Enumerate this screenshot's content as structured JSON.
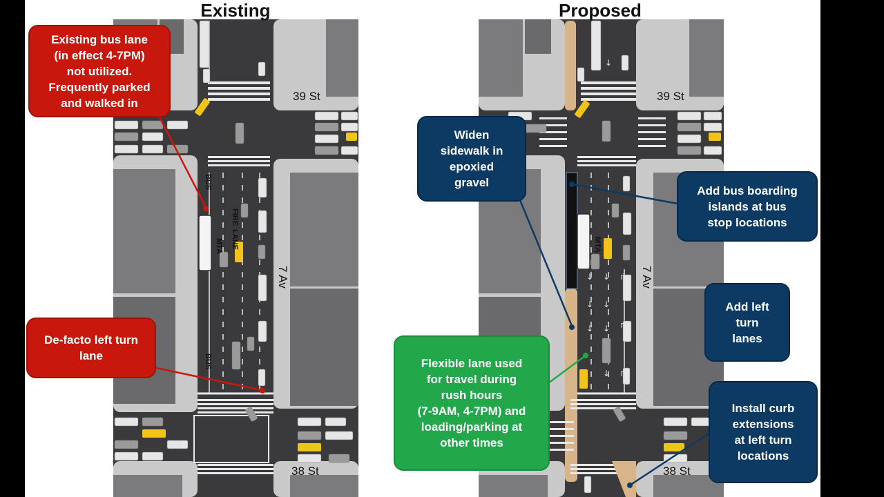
{
  "titles": {
    "existing": "Existing",
    "proposed": "Proposed"
  },
  "streets": {
    "st39": "39 St",
    "st38": "38 St",
    "av7": "7 Av"
  },
  "bus_label": "MTA",
  "callouts": {
    "existing_bus_lane": "Existing bus lane\n(in effect 4-7PM)\nnot utilized.\nFrequently parked\nand walked in",
    "defacto_left": "De-facto left turn\nlane",
    "widen_sidewalk": "Widen\nsidewalk in\nepoxied\ngravel",
    "bus_islands": "Add bus boarding\nislands at bus\nstop locations",
    "left_turn_lanes": "Add left\nturn\nlanes",
    "flexible_lane": "Flexible lane used\nfor travel during\nrush hours\n(7-9AM, 4-7PM) and\nloading/parking at\nother times",
    "curb_extensions": "Install curb\nextensions\nat left turn\nlocations"
  },
  "colors": {
    "red": "#c8170c",
    "navy": "#0c3a63",
    "green": "#22a84a",
    "road": "#3a3a3c",
    "sidewalk": "#c9c9c9",
    "building": "#7b7b7d",
    "gravel": "#d8b48a",
    "taxi": "#f2c318"
  }
}
